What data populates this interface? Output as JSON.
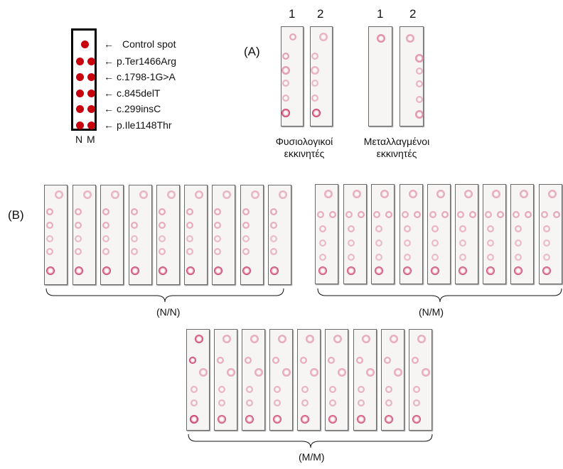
{
  "scheme": {
    "targets": [
      "Control spot",
      "p.Ter1466Arg",
      "c.1798-1G>A",
      "c.845delT",
      "c.299insC",
      "p.Ile1148Thr"
    ],
    "column_labels": [
      "N",
      "M"
    ],
    "dot_color": "#c8000e"
  },
  "panel_a": {
    "label": "(A)",
    "groups": [
      {
        "caption_lines": [
          "Φυσιολογικοί",
          "εκκινητές"
        ],
        "strip_numbers": [
          "1",
          "2"
        ]
      },
      {
        "caption_lines": [
          "Μεταλλαγμένοι",
          "εκκινητές"
        ],
        "strip_numbers": [
          "1",
          "2"
        ]
      }
    ]
  },
  "panel_b": {
    "label": "(B)",
    "groups": [
      {
        "label": "(N/N)",
        "strip_count": 9
      },
      {
        "label": "(N/M)",
        "strip_count": 9
      },
      {
        "label": "(M/M)",
        "strip_count": 9
      }
    ]
  },
  "colors": {
    "spot": "#d9668a",
    "spot_strong": "#c21a55",
    "strip_bg": "#f6f5f4",
    "strip_border": "#6a6a6a"
  }
}
